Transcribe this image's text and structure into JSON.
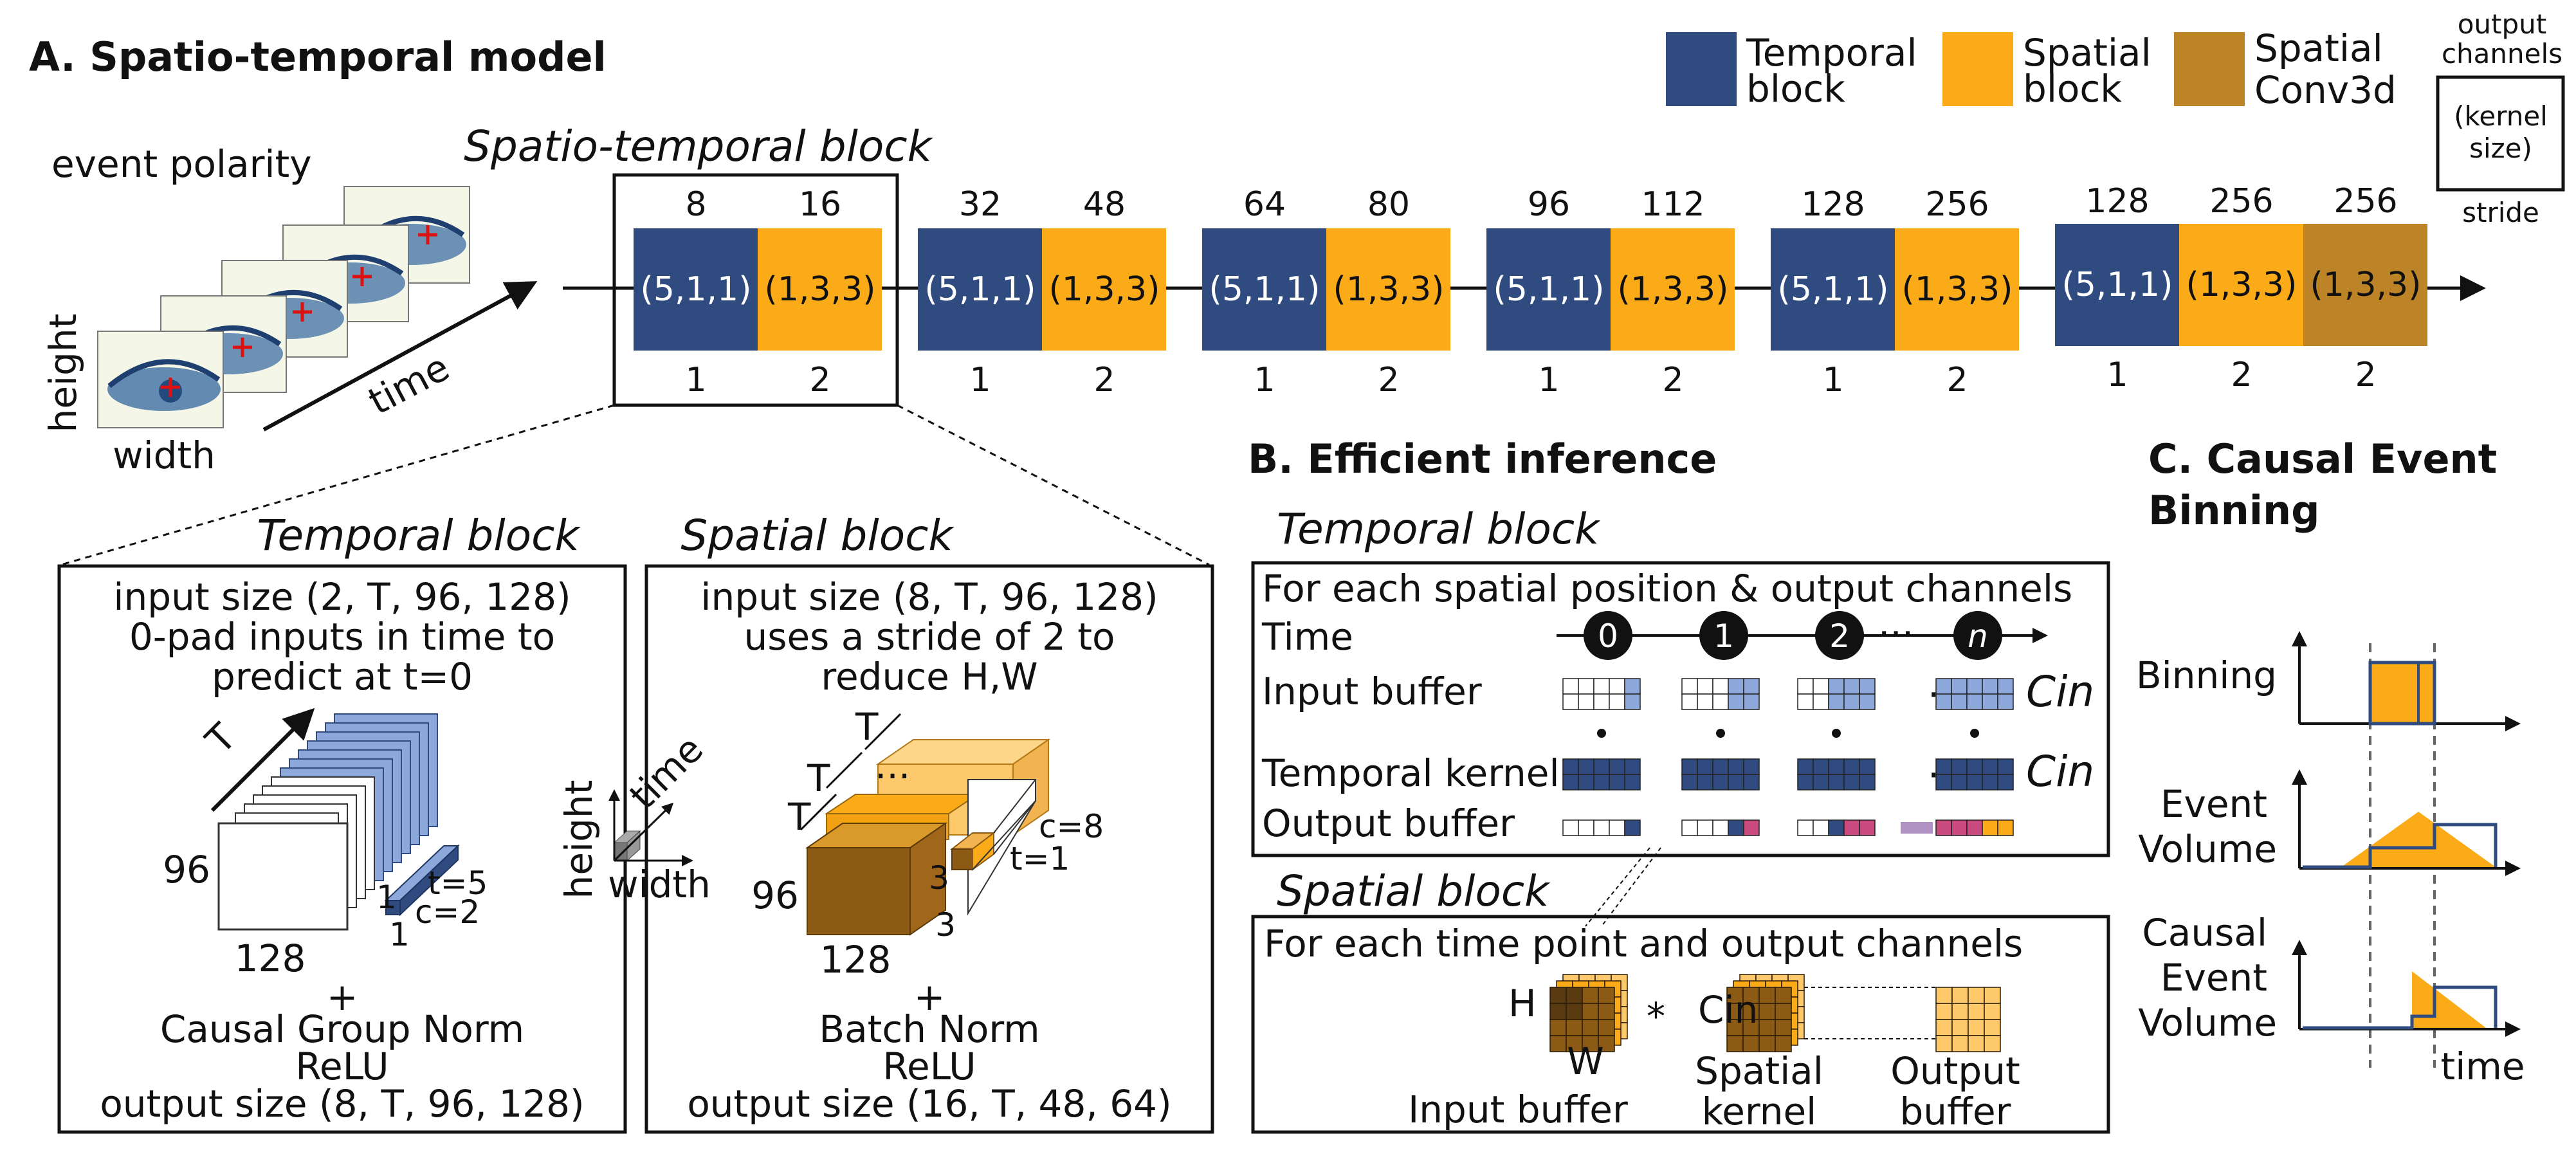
{
  "colors": {
    "temporal": "#2f4b80",
    "spatial": "#fbab18",
    "conv3d": "#bd8327",
    "lightBlue": "#8da9dc",
    "brown": "#8b5a14",
    "lightOrange": "#fdc96a",
    "pink": "#c94a7f",
    "purple": "#7a4a9a"
  },
  "panelA": {
    "title": "A. Spatio-temporal model",
    "input": {
      "polarity": "event polarity",
      "height": "height",
      "width": "width",
      "time": "time"
    },
    "blockTitle": "Spatio-temporal block",
    "blocks": [
      {
        "tc": "8",
        "sc": "16",
        "tk": "(5,1,1)",
        "sk": "(1,3,3)",
        "ts": "1",
        "ss": "2"
      },
      {
        "tc": "32",
        "sc": "48",
        "tk": "(5,1,1)",
        "sk": "(1,3,3)",
        "ts": "1",
        "ss": "2"
      },
      {
        "tc": "64",
        "sc": "80",
        "tk": "(5,1,1)",
        "sk": "(1,3,3)",
        "ts": "1",
        "ss": "2"
      },
      {
        "tc": "96",
        "sc": "112",
        "tk": "(5,1,1)",
        "sk": "(1,3,3)",
        "ts": "1",
        "ss": "2"
      },
      {
        "tc": "128",
        "sc": "256",
        "tk": "(5,1,1)",
        "sk": "(1,3,3)",
        "ts": "1",
        "ss": "2"
      }
    ],
    "last": {
      "tc": "128",
      "sc": "256",
      "cc": "256",
      "tk": "(5,1,1)",
      "sk": "(1,3,3)",
      "ck": "(1,3,3)",
      "ts": "1",
      "ss": "2",
      "cs": "2"
    },
    "legend": {
      "temporal1": "Temporal",
      "temporal2": "block",
      "spatial1": "Spatial",
      "spatial2": "block",
      "conv1": "Spatial",
      "conv2": "Conv3d",
      "out1": "output",
      "out2": "channels",
      "kern1": "(kernel",
      "kern2": "size)",
      "stride": "stride"
    },
    "temporalDetail": {
      "title": "Temporal block",
      "line1": "input size (2, T, 96, 128)",
      "line2": "0-pad inputs in time to",
      "line3": "predict at t=0",
      "T": "T",
      "h": "96",
      "w": "128",
      "k1": "1",
      "k2": "1",
      "t5": "t=5",
      "c2": "c=2",
      "plus": "+",
      "norm": "Causal Group Norm",
      "relu": "ReLU",
      "out": "output size (8, T, 96, 128)"
    },
    "axes": {
      "height": "height",
      "time": "time",
      "width": "width"
    },
    "spatialDetail": {
      "title": "Spatial block",
      "line1": "input size (8, T, 96, 128)",
      "line2": "uses a stride of 2 to",
      "line3": "reduce H,W",
      "T1": "T",
      "T2": "T",
      "T3": "T",
      "dots": "...",
      "h": "96",
      "w": "128",
      "k3a": "3",
      "k3b": "3",
      "c8": "c=8",
      "t1": "t=1",
      "plus": "+",
      "norm": "Batch Norm",
      "relu": "ReLU",
      "out": "output size (16, T, 48, 64)"
    }
  },
  "panelB": {
    "title": "B. Efficient inference",
    "temporalTitle": "Temporal block",
    "tbHeader": "For each spatial position & output channels",
    "timeLbl": "Time",
    "timeSteps": [
      "0",
      "1",
      "2",
      "n"
    ],
    "dots": "···",
    "inputBuffer": "Input buffer",
    "temporalKernel": "Temporal kernel",
    "outputBuffer": "Output buffer",
    "cin1": "Cin",
    "cin2": "Cin",
    "spatialTitle": "Spatial block",
    "sbHeader": "For each time point and output channels",
    "H": "H",
    "W": "W",
    "star": "*",
    "cin3": "Cin",
    "ib": "Input buffer",
    "sk1": "Spatial",
    "sk2": "kernel",
    "ob1": "Output",
    "ob2": "buffer"
  },
  "panelC": {
    "title1": "C. Causal Event",
    "title2": "Binning",
    "binning": "Binning",
    "ev1": "Event",
    "ev2": "Volume",
    "cev1": "Causal",
    "cev2": "Event",
    "cev3": "Volume",
    "time": "time"
  }
}
